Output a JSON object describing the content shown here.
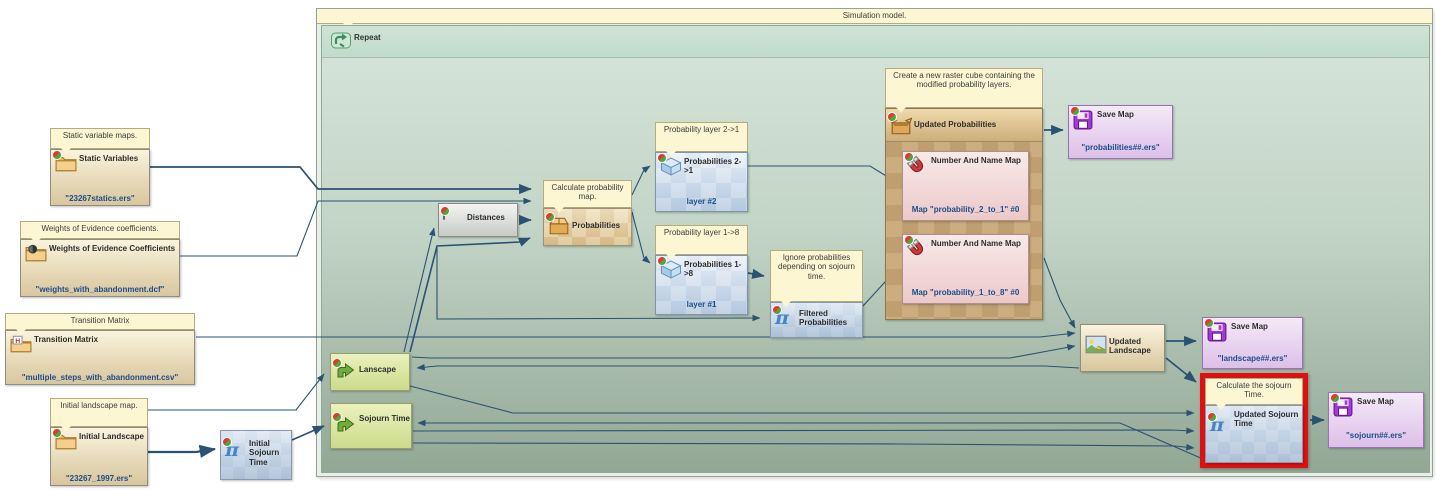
{
  "diagram": {
    "title": "Simulation model.",
    "repeat_label": "Repeat"
  },
  "nodes": {
    "static_variables": {
      "comment": "Static variable maps.",
      "name": "Static Variables",
      "value": "\"23267statics.ers\""
    },
    "weights": {
      "comment": "Weights of Evidence coefficients.",
      "name": "Weights of Evidence Coefficients",
      "value": "\"weights_with_abandonment.dcf\""
    },
    "transition_matrix": {
      "comment": "Transition Matrix",
      "name": "Transition Matrix",
      "value": "\"multiple_steps_with_abandonment.csv\""
    },
    "initial_landscape": {
      "comment": "Initial landscape map.",
      "name": "Initial Landscape",
      "value": "\"23267_1997.ers\""
    },
    "initial_sojourn": {
      "name": "Initial Sojourn Time"
    },
    "lanscape": {
      "name": "Lanscape"
    },
    "sojourn_time": {
      "name": "Sojourn Time"
    },
    "distances": {
      "name": "Distances"
    },
    "probabilities": {
      "comment": "Calculate probability map.",
      "name": "Probabilities"
    },
    "prob_layer_2_1": {
      "comment": "Probability layer 2->1",
      "name": "Probabilities 2->1",
      "value": "layer #2"
    },
    "prob_layer_1_8": {
      "comment": "Probability layer 1->8",
      "name": "Probabilities 1->8",
      "value": "layer #1"
    },
    "filtered_probabilities": {
      "comment": "Ignore probabilities depending on sojourn time.",
      "name": "Filtered Probabilities"
    },
    "updated_probabilities": {
      "comment": "Create a new raster cube containing the modified probability layers.",
      "name": "Updated Probabilities"
    },
    "name_map_2_1": {
      "name": "Number And Name Map",
      "value": "Map \"probability_2_to_1\" #0"
    },
    "name_map_1_8": {
      "name": "Number And Name Map",
      "value": "Map \"probability_1_to_8\" #0"
    },
    "save_probabilities": {
      "name": "Save Map",
      "value": "\"probabilities##.ers\""
    },
    "updated_landscape": {
      "name": "Updated Landscape"
    },
    "save_landscape": {
      "name": "Save Map",
      "value": "\"landscape##.ers\""
    },
    "updated_sojourn": {
      "comment": "Calculate the sojourn Time.",
      "name": "Updated Sojourn Time"
    },
    "save_sojourn": {
      "name": "Save Map",
      "value": "\"sojourn##.ers\""
    }
  },
  "colors": {
    "wire": "#2b5273",
    "highlight_border": "#e01010",
    "comment_bg": "#fdf6d2",
    "value_text": "#1c4d8c",
    "container_gradient_top": "#d6e5da",
    "container_gradient_bottom": "#93a795",
    "save_box": "#ddc0e9",
    "pink_box": "#ecc9c9",
    "green_box": "#cbdb8c"
  }
}
